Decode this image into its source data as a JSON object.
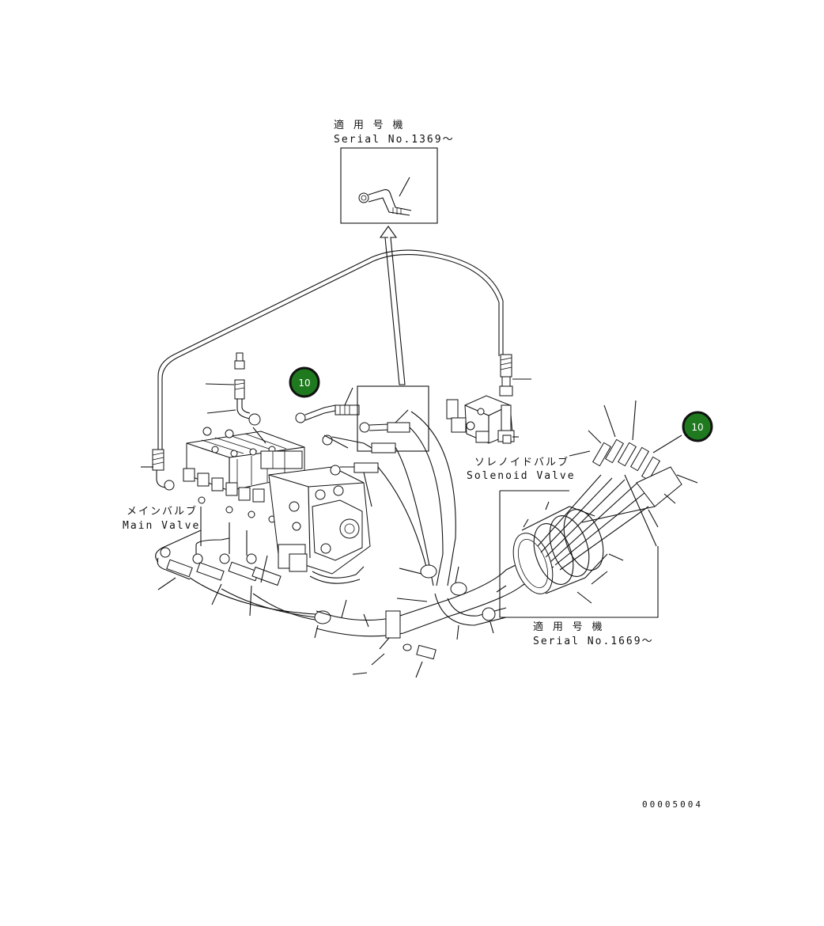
{
  "callouts": {
    "upper_serial_title": "適 用 号 機",
    "upper_serial_number": "Serial No.1369～",
    "lower_serial_title": "適 用 号 機",
    "lower_serial_number": "Serial No.1669～",
    "solenoid_jp": "ソレノイドバルブ",
    "solenoid_en": "Solenoid Valve",
    "main_valve_jp": "メインバルブ",
    "main_valve_en": "Main Valve"
  },
  "badges": [
    {
      "label": "10",
      "color": "#1f7a1f"
    },
    {
      "label": "10",
      "color": "#1f7a1f"
    }
  ],
  "drawing_number": "00005004"
}
